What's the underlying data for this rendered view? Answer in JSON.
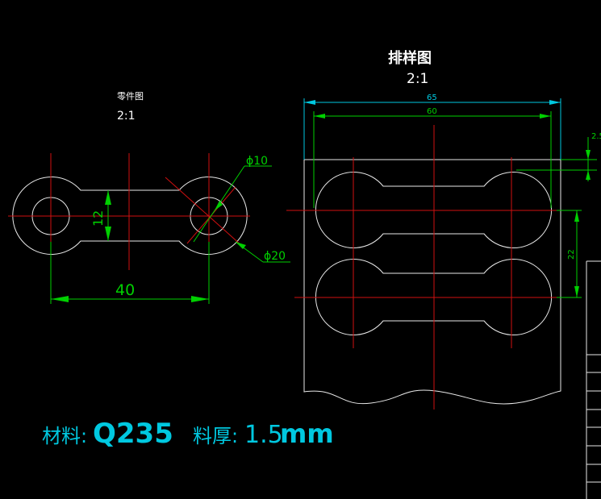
{
  "part_view": {
    "title": "零件图",
    "scale": "2:1",
    "dim_pitch": "40",
    "dim_width": "12",
    "dim_hole": "ϕ10",
    "dim_outer": "ϕ20"
  },
  "layout_view": {
    "title": "排样图",
    "scale": "2:1",
    "dim_total": "65",
    "dim_inner": "60",
    "dim_step": "22",
    "dim_margin": "2.5"
  },
  "material": {
    "label": "材料:",
    "value": "Q235",
    "thickness_label": "料厚:",
    "thickness_value": "1.5",
    "thickness_unit": "mm"
  },
  "colors": {
    "background": "#000000",
    "outline": "#e8e8e8",
    "centerline": "#d01010",
    "dimension": "#00d000",
    "text_cyan": "#00c8e0"
  }
}
